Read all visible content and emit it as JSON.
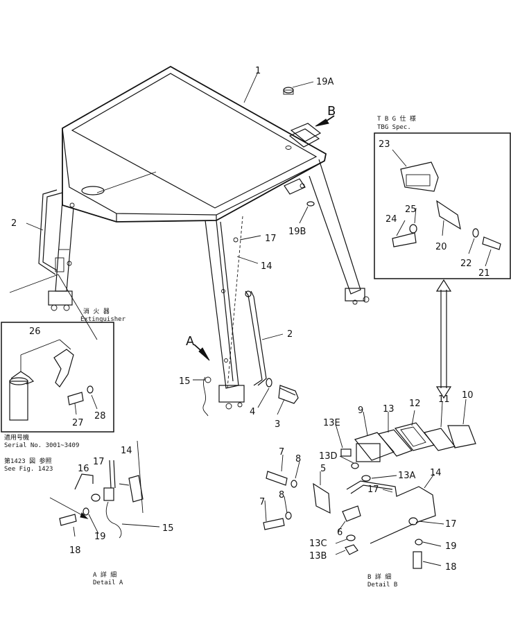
{
  "callouts": {
    "c1": "1",
    "c19a": "19A",
    "cB": "B",
    "c19b": "19B",
    "c17a": "17",
    "c14a": "14",
    "c2a": "2",
    "c2b": "2",
    "cA": "A",
    "c15a": "15",
    "c4": "4",
    "c3": "3",
    "c26": "26",
    "c27": "27",
    "c28": "28",
    "c23": "23",
    "c25": "25",
    "c24": "24",
    "c20": "20",
    "c22": "22",
    "c21": "21",
    "c17b": "17",
    "c14b": "14",
    "c16": "16",
    "c19c": "19",
    "c18a": "18",
    "c15b": "15",
    "c9": "9",
    "c13": "13",
    "c12": "12",
    "c11": "11",
    "c10": "10",
    "c13e": "13E",
    "c7a": "7",
    "c8a": "8",
    "c13d": "13D",
    "c5": "5",
    "c13a": "13A",
    "c14c": "14",
    "c17c": "17",
    "c7b": "7",
    "c8b": "8",
    "c6": "6",
    "c13c": "13C",
    "c13b": "13B",
    "c17d": "17",
    "c19d": "19",
    "c18b": "18"
  },
  "notes": {
    "tbg_jp": "T B G 仕 様",
    "tbg_en": "TBG  Spec.",
    "ext_jp": "消   火   器",
    "ext_en": "Extinguisher",
    "serial_jp": "適用号機",
    "serial_en": "Serial  No.  3001~3409",
    "fig_jp": "第1423 図 参照",
    "fig_en": "See  Fig.  1423",
    "detA_jp": "A   詳   細",
    "detA_en": "Detail  A",
    "detB_jp": "B   詳   細",
    "detB_en": "Detail  B"
  }
}
